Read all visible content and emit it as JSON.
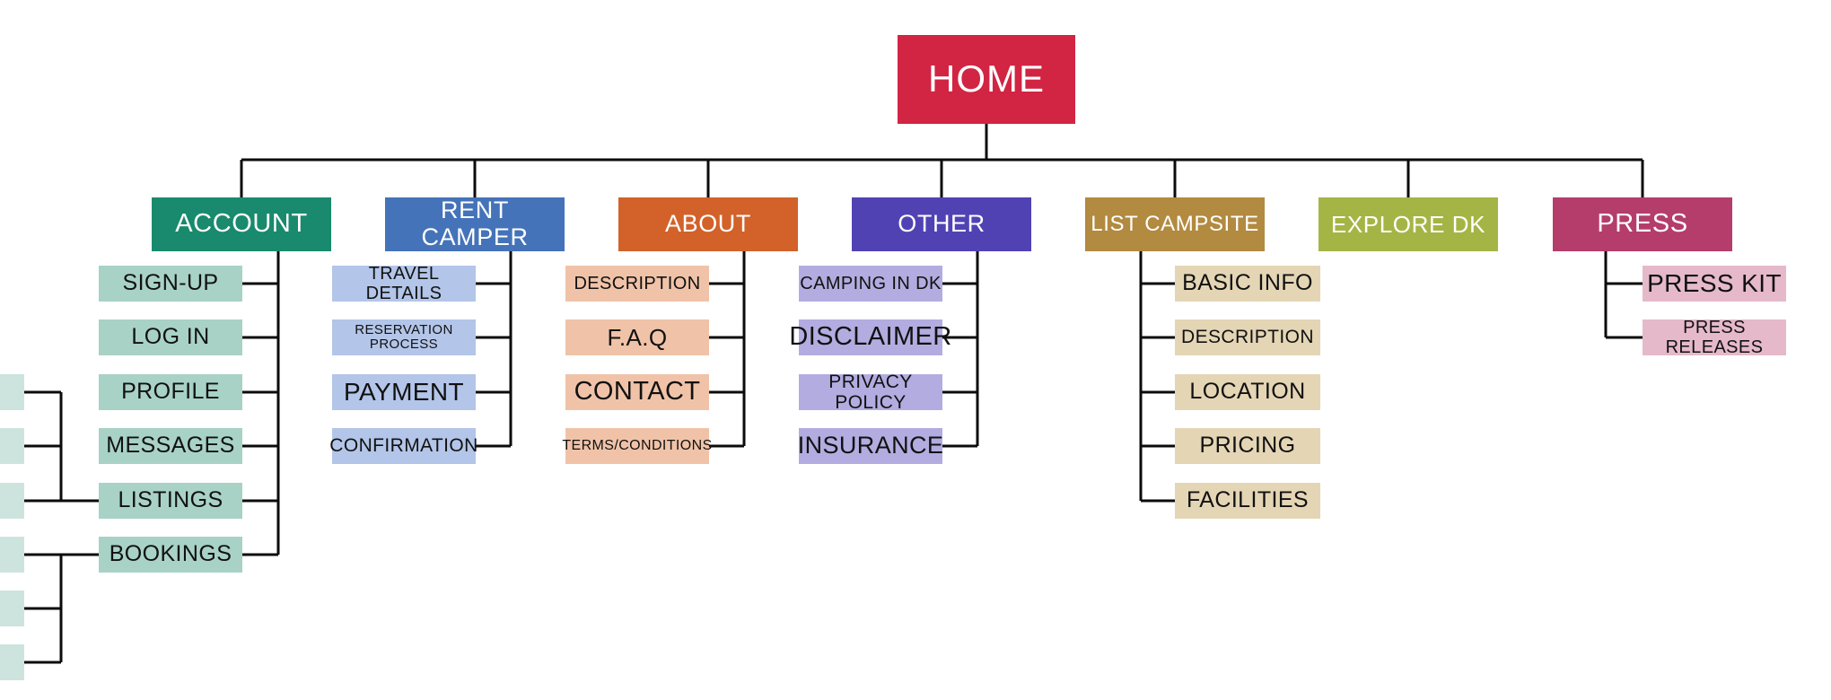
{
  "diagram": {
    "background": "#ffffff",
    "line_color": "#0b0b0b",
    "root": {
      "label": "HOME",
      "color": "#d22443"
    },
    "sections": [
      {
        "label": "ACCOUNT",
        "color": "#198a6d",
        "child_color": "#a8d2c5",
        "children": [
          "SIGN-UP",
          "LOG IN",
          "PROFILE",
          "MESSAGES",
          "LISTINGS",
          "BOOKINGS"
        ]
      },
      {
        "label": "RENT CAMPER",
        "color": "#4573b9",
        "child_color": "#b3c5e8",
        "children": [
          "TRAVEL DETAILS",
          "RESERVATION PROCESS",
          "PAYMENT",
          "CONFIRMATION"
        ]
      },
      {
        "label": "ABOUT",
        "color": "#d2622a",
        "child_color": "#f0c3a8",
        "children": [
          "DESCRIPTION",
          "F.A.Q",
          "CONTACT",
          "TERMS/CONDITIONS"
        ]
      },
      {
        "label": "OTHER",
        "color": "#5142b4",
        "child_color": "#b3ace0",
        "children": [
          "CAMPING IN DK",
          "DISCLAIMER",
          "PRIVACY POLICY",
          "INSURANCE"
        ]
      },
      {
        "label": "LIST CAMPSITE",
        "color": "#b28a40",
        "child_color": "#e4d5b5",
        "children": [
          "BASIC INFO",
          "DESCRIPTION",
          "LOCATION",
          "PRICING",
          "FACILITIES"
        ]
      },
      {
        "label": "EXPLORE DK",
        "color": "#a5b545",
        "child_color": null,
        "children": []
      },
      {
        "label": "PRESS",
        "color": "#b43d6b",
        "child_color": "#e5b9ca",
        "children": [
          "PRESS KIT",
          "PRESS RELEASES"
        ]
      }
    ],
    "left_edge_boxes": {
      "count": 6,
      "color": "#cde4de"
    }
  }
}
